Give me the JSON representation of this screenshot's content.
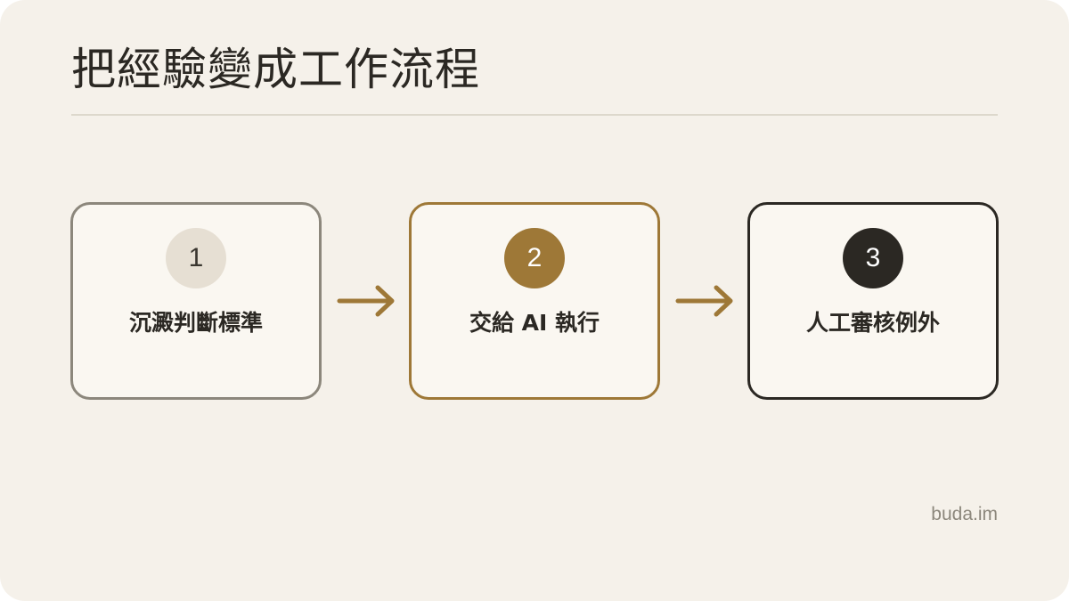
{
  "title": "把經驗變成工作流程",
  "steps": [
    {
      "number": "1",
      "label": "沉澱判斷標準"
    },
    {
      "number": "2",
      "label": "交給 AI 執行"
    },
    {
      "number": "3",
      "label": "人工審核例外"
    }
  ],
  "footer": {
    "brand": "buda.im"
  },
  "colors": {
    "background": "#f5f1ea",
    "card_background": "#faf7f1",
    "step1_accent": "#8c877c",
    "step1_badge": "#e6dfd3",
    "step2_accent": "#9e7837",
    "step3_accent": "#2b2823",
    "arrow": "#9e7837",
    "text": "#2b2823"
  }
}
